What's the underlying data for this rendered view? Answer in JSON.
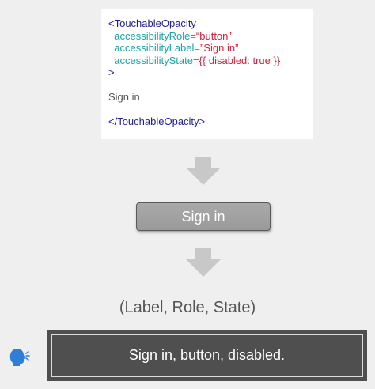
{
  "code": {
    "open_tag": "<TouchableOpacity",
    "role_attr": "accessibilityRole=",
    "role_value": "“button”",
    "label_attr": "accessibilityLabel=",
    "label_value": "”Sign in”",
    "state_attr": "accessibilityState=",
    "state_value": "{{ disabled: true }}",
    "close_bracket": ">",
    "child_text": "Sign in",
    "close_tag": "</TouchableOpacity>"
  },
  "button": {
    "label": "Sign in",
    "state": "disabled"
  },
  "caption": "(Label, Role, State)",
  "announcement": "Sign in, button, disabled.",
  "icons": {
    "arrows": "down-arrow-icon",
    "speaker": "speaking-head-icon"
  },
  "colors": {
    "background": "#efefef",
    "tag": "#1f1f8f",
    "attribute": "#1aa3a3",
    "string": "#d21f3c",
    "button_fill": "#a9a9a9",
    "announcement_fill": "#4f4f4f",
    "arrow": "#c8c8c8",
    "speaker": "#2f7fd6"
  }
}
